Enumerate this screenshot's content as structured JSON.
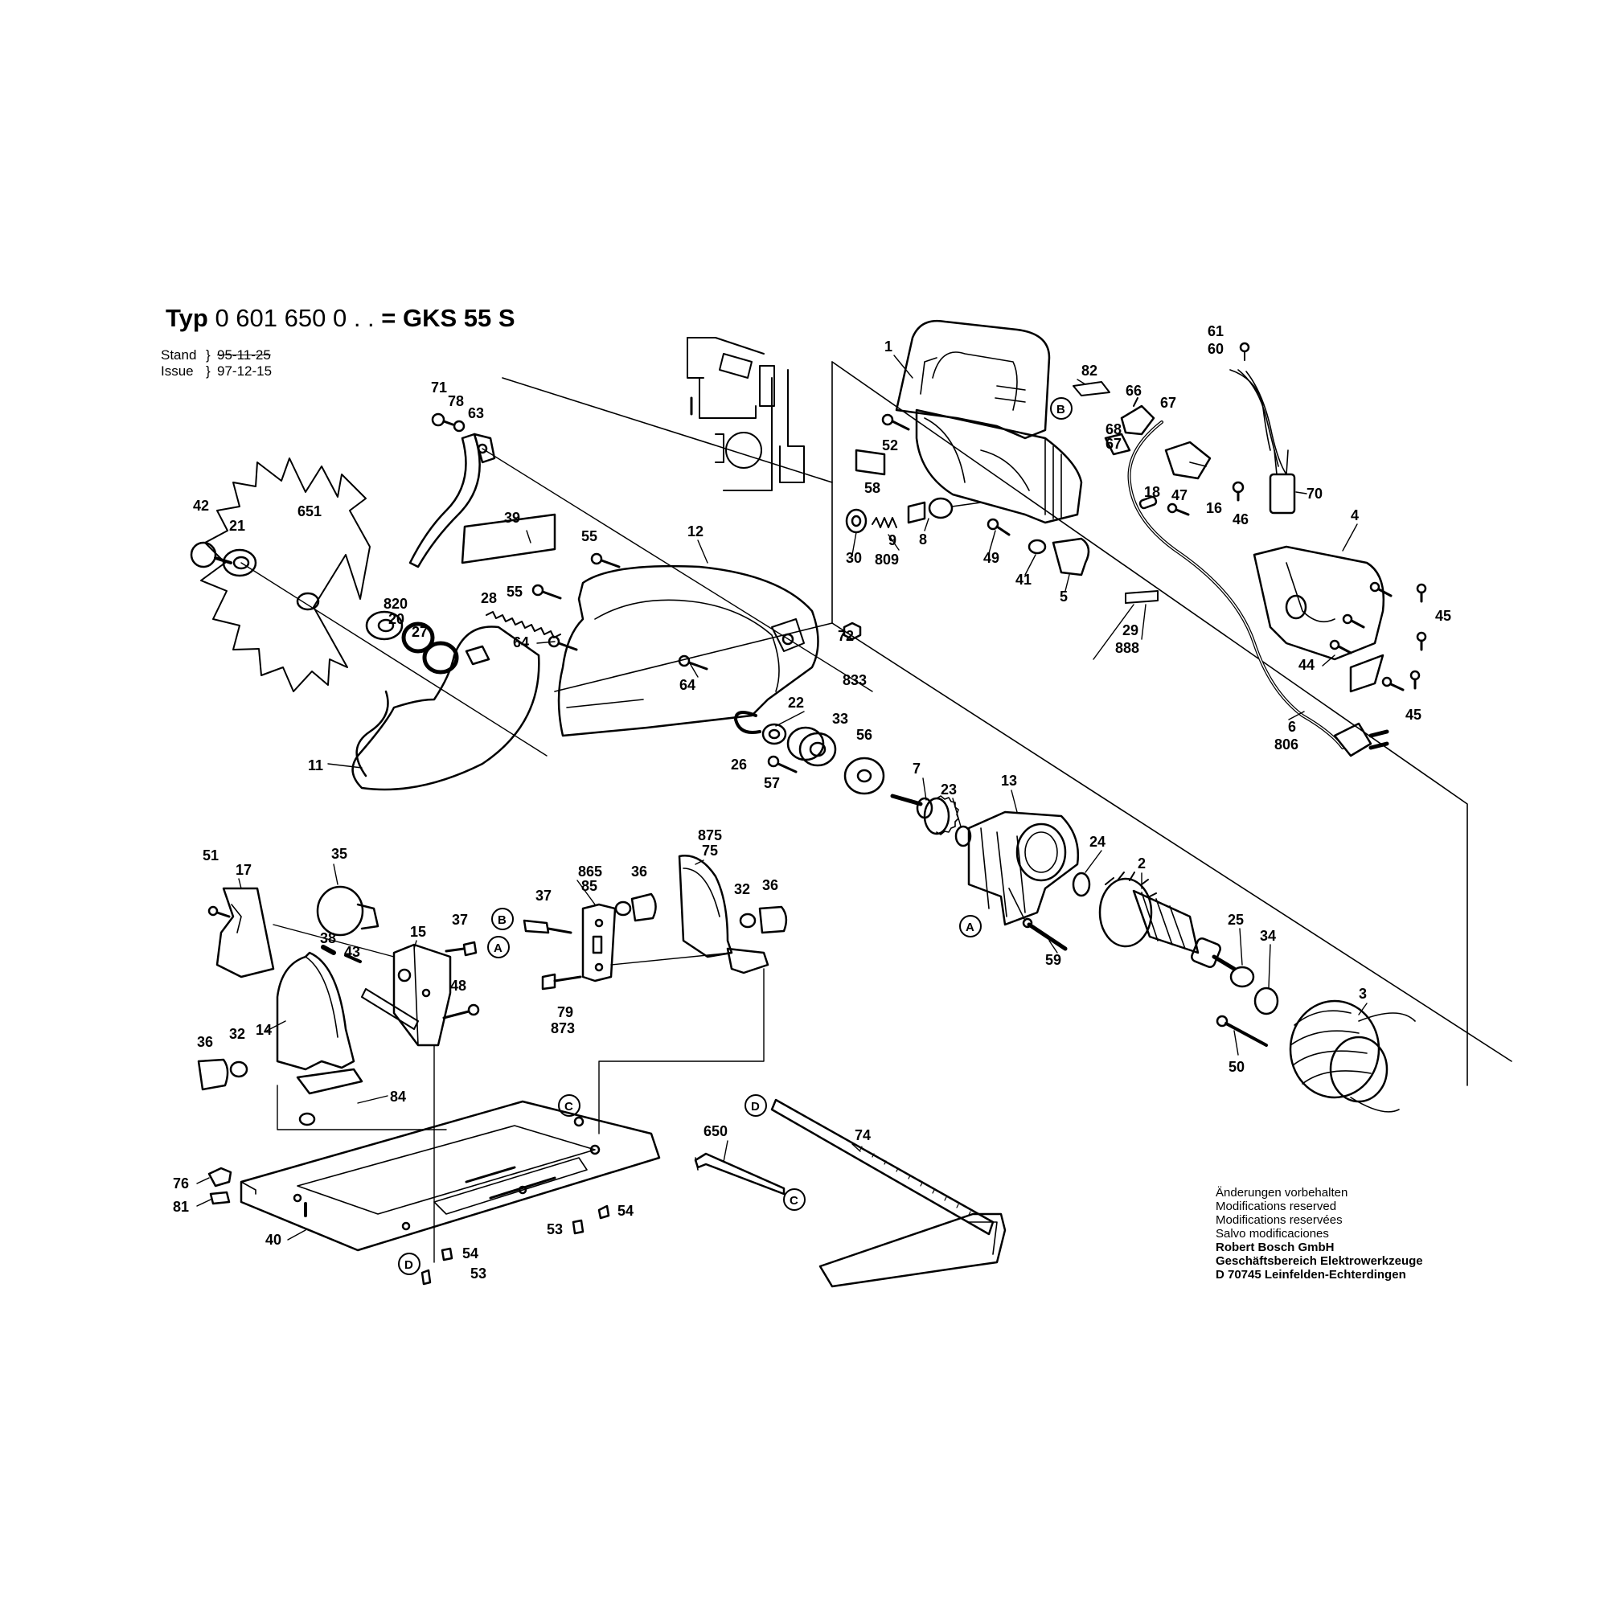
{
  "header": {
    "typ_label": "Typ",
    "type_number": "0 601 650 0 . .",
    "equals_model": "= GKS 55 S",
    "stand_label": "Stand",
    "stand_date": "95-11-25",
    "issue_label": "Issue",
    "issue_date": "97-12-15"
  },
  "notes": {
    "line1": "Änderungen vorbehalten",
    "line2": "Modifications reserved",
    "line3": "Modifications reservées",
    "line4": "Salvo modificaciones",
    "company1": "Robert Bosch GmbH",
    "company2": "Geschäftsbereich Elektrowerkzeuge",
    "company3": "D 70745 Leinfelden-Echterdingen"
  },
  "refs": {
    "a": "A",
    "b": "B",
    "c": "C",
    "d": "D"
  },
  "labels": {
    "p1": "1",
    "p2": "2",
    "p3": "3",
    "p4": "4",
    "p5": "5",
    "p6": "6",
    "p7": "7",
    "p8": "8",
    "p9": "9",
    "p11": "11",
    "p12": "12",
    "p13": "13",
    "p14": "14",
    "p15": "15",
    "p16": "16",
    "p17": "17",
    "p18": "18",
    "p20": "20",
    "p21": "21",
    "p22": "22",
    "p23": "23",
    "p24": "24",
    "p25": "25",
    "p26": "26",
    "p27": "27",
    "p28": "28",
    "p29": "29",
    "p30": "30",
    "p32a": "32",
    "p32b": "32",
    "p33": "33",
    "p34": "34",
    "p35": "35",
    "p36a": "36",
    "p36b": "36",
    "p36c": "36",
    "p37a": "37",
    "p37b": "37",
    "p38": "38",
    "p39": "39",
    "p40": "40",
    "p41": "41",
    "p42": "42",
    "p43": "43",
    "p44": "44",
    "p45a": "45",
    "p45b": "45",
    "p46": "46",
    "p47": "47",
    "p48": "48",
    "p49": "49",
    "p50": "50",
    "p51": "51",
    "p52": "52",
    "p53a": "53",
    "p53b": "53",
    "p54a": "54",
    "p54b": "54",
    "p55a": "55",
    "p55b": "55",
    "p56": "56",
    "p57": "57",
    "p58": "58",
    "p59": "59",
    "p60": "60",
    "p61": "61",
    "p63": "63",
    "p64a": "64",
    "p64b": "64",
    "p66": "66",
    "p67a": "67",
    "p67b": "67",
    "p68": "68",
    "p70": "70",
    "p71": "71",
    "p72": "72",
    "p74": "74",
    "p75": "75",
    "p76": "76",
    "p78": "78",
    "p79": "79",
    "p81": "81",
    "p82": "82",
    "p84": "84",
    "p85": "85",
    "p650": "650",
    "p651": "651",
    "p806": "806",
    "p809": "809",
    "p820": "820",
    "p833": "833",
    "p865": "865",
    "p873": "873",
    "p875": "875",
    "p888": "888"
  }
}
